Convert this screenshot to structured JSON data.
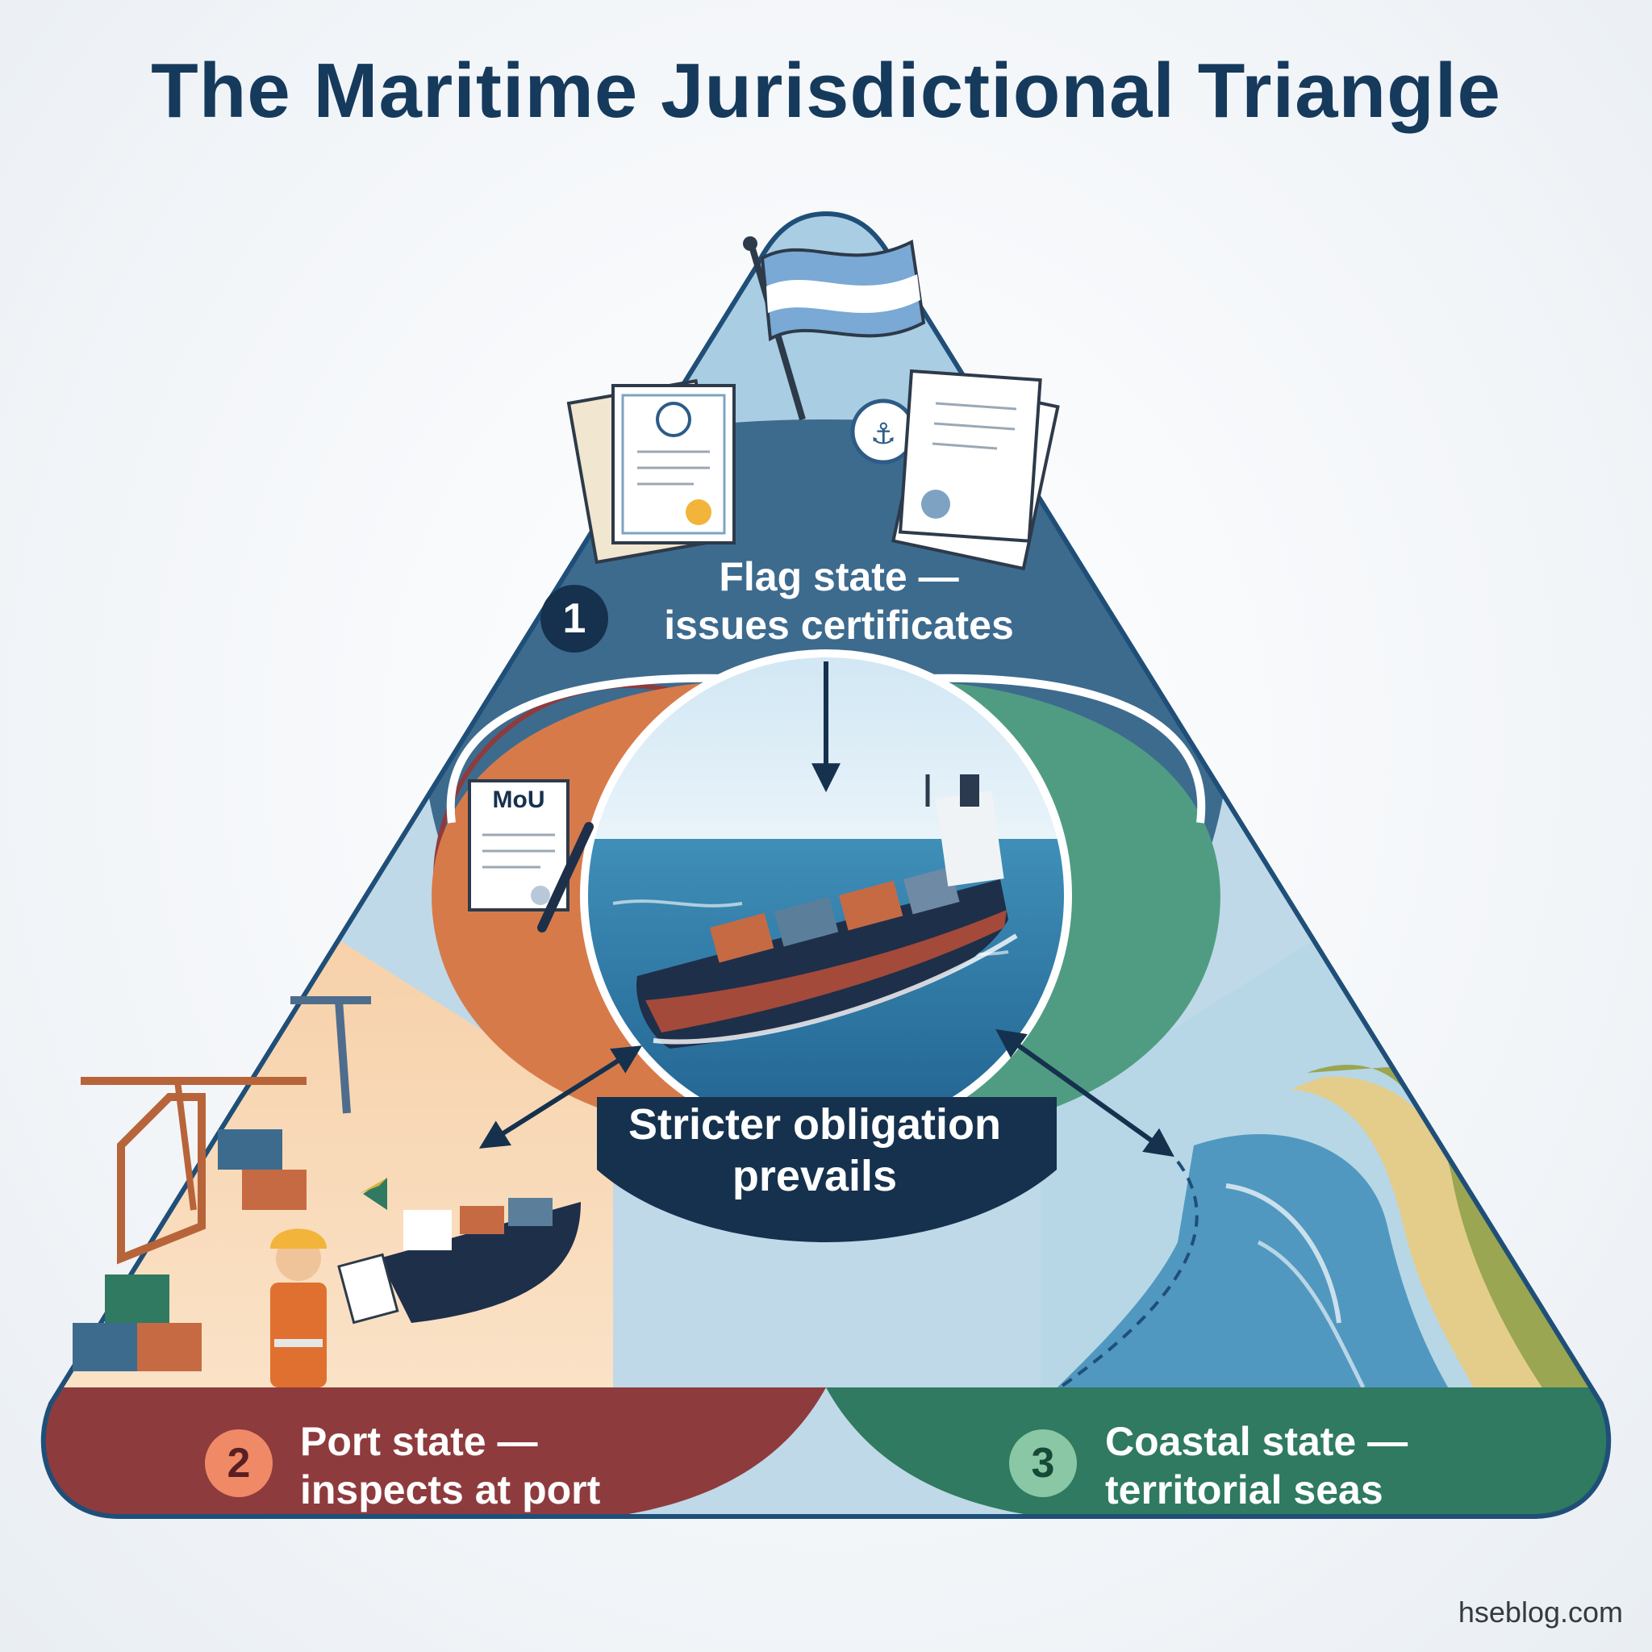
{
  "title": "The Maritime Jurisdictional Triangle",
  "flag_state": {
    "number": "1",
    "line1": "Flag state —",
    "line2": "issues certificates"
  },
  "port_state": {
    "number": "2",
    "line1": "Port state —",
    "line2": "inspects at port"
  },
  "coastal_state": {
    "number": "3",
    "line1": "Coastal state —",
    "line2": "territorial seas"
  },
  "center": {
    "line1": "Stricter obligation",
    "line2": "prevails"
  },
  "mou_label": "MoU",
  "watermark": "hseblog.com",
  "colors": {
    "title": "#163a5c",
    "flag": "#3d6b8e",
    "port": "#8e3b3e",
    "port_inner": "#d77a4a",
    "coastal": "#2f7a60",
    "coastal_inner": "#4f9c82",
    "center_panel": "#15314d"
  },
  "icons": [
    "flag-icon",
    "certificate-icon",
    "anchor-seal-icon",
    "mou-document-icon",
    "pen-icon",
    "container-ship-icon",
    "crane-icon",
    "inspector-icon",
    "coastline-icon"
  ]
}
